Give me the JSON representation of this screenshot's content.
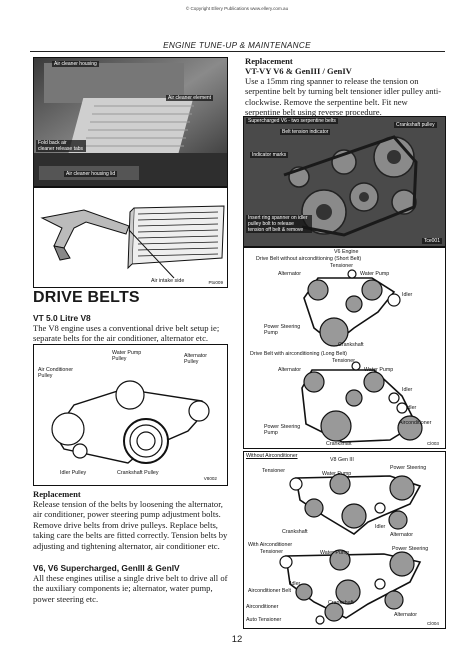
{
  "header": {
    "copyright": "© Copyright Ellery Publications www.ellery.com.au",
    "section_title": "ENGINE TUNE-UP & MAINTENANCE",
    "page_number": "12"
  },
  "photo_air_cleaner": {
    "labels": [
      "Air cleaner housing",
      "Air cleaner element",
      "Fold back air cleaner release tabs",
      "Air cleaner housing lid"
    ]
  },
  "diagram_air_element": {
    "label": "Air intake side",
    "code": "Pto009"
  },
  "drive_belts": {
    "title": "DRIVE BELTS",
    "vt_heading": "VT 5.0 Litre V8",
    "vt_text": "The V8 engine uses a conventional drive belt setup ie; separate belts for the air conditioner, alternator etc.",
    "diagram": {
      "labels": {
        "water_pump": "Water Pump Pulley",
        "alternator": "Alternator Pulley",
        "air_con": "Air Conditioner Pulley",
        "idler": "Idler Pulley",
        "crankshaft": "Crankshaft Pulley"
      },
      "code": "V8002"
    },
    "replacement_heading": "Replacement",
    "replacement_text": "Release tension of the belts by loosening the alternator, air conditioner, power steering pump adjustment bolts. Remove drive belts from drive pulleys. Replace belts, taking care the belts are fitted correctly. Tension belts by adjusting and tightening alternator, air conditioner etc.",
    "v6_heading": "V6, V6 Supercharged, GenIII & GenIV",
    "v6_text": "All these engines utilise a single drive belt to drive all of the auxiliary components ie; alternator, water pump, power steering etc."
  },
  "replacement_right": {
    "heading": "Replacement",
    "subheading": "VT-VY V6 & GenIII / GenIV",
    "text": "Use a 15mm ring spanner to release the tension on serpentine belt by turning belt tensioner idler pulley anti-clockwise. Remove the serpentine belt. Fit new serpentine belt using reverse procedure."
  },
  "photo_supercharged": {
    "caption": "Supercharged V6 - two serpentine belts",
    "labels": [
      "Belt tension indicator",
      "Indicator marks",
      "Crankshaft pulley",
      "Insert ring spanner on idler pulley bolt to release tension off belt & remove"
    ],
    "code": "Tce001"
  },
  "diagram_v6": {
    "title": "V6 Engine",
    "short_caption": "Drive Belt without airconditioning (Short Belt)",
    "long_caption": "Drive Belt with airconditioning (Long Belt)",
    "labels": {
      "tensioner": "Tensioner",
      "alternator": "Alternator",
      "water_pump": "Water Pump",
      "idler": "Idler",
      "power_steering": "Power Steering Pump",
      "crankshaft": "Crankshaft",
      "airconditioner": "Airconditioner"
    },
    "code": "Cl003"
  },
  "diagram_v8gen3": {
    "title": "V8 Gen III",
    "without_ac": "Without Airconditioner",
    "with_ac": "With Airconditioner",
    "labels": {
      "tensioner": "Tensioner",
      "water_pump": "Water Pump",
      "power_steering": "Power Steering",
      "crankshaft": "Crankshaft",
      "idler": "Idler",
      "alternator": "Alternator",
      "ac_belt": "Airconditioner Belt",
      "airconditioner": "Airconditioner",
      "auto_tensioner": "Auto Tensioner"
    },
    "code": "Cl004"
  }
}
